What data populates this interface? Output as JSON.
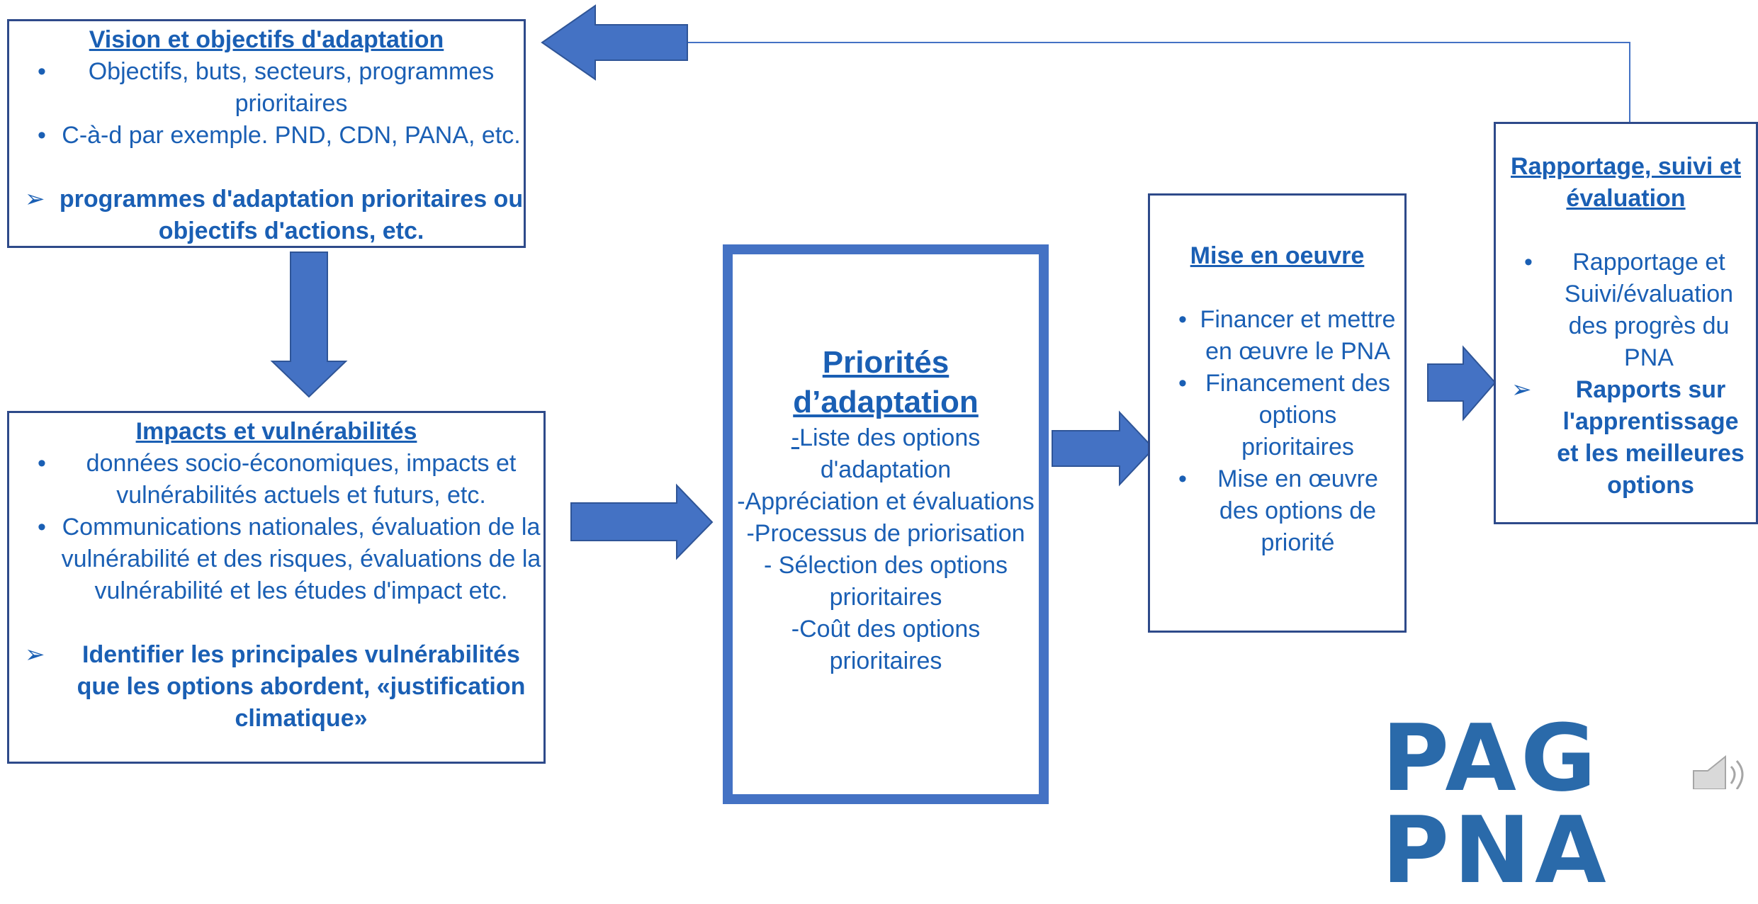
{
  "vision": {
    "title": "Vision et objectifs d'adaptation",
    "bullets": [
      "Objectifs, buts, secteurs, programmes prioritaires",
      "C-à-d par exemple. PND, CDN, PANA, etc."
    ],
    "check": "programmes d'adaptation prioritaires ou objectifs d'actions, etc."
  },
  "impacts": {
    "title": "Impacts et vulnérabilités",
    "bullets": [
      "données socio-économiques, impacts et vulnérabilités actuels et futurs, etc.",
      "Communications nationales, évaluation de la vulnérabilité et des risques, évaluations de la vulnérabilité et les études d'impact etc."
    ],
    "check": "Identifier les principales vulnérabilités que les options abordent, «justification climatique»"
  },
  "priorites": {
    "title": "Priorités d’adaptation",
    "first_dash": "-",
    "first_rest": "Liste des options d'adaptation",
    "lines": [
      "-Appréciation et évaluations",
      "-Processus de priorisation",
      "- Sélection des options prioritaires",
      "-Coût des options prioritaires"
    ]
  },
  "mise": {
    "title": "Mise en oeuvre",
    "bullets": [
      "Financer et mettre en œuvre le PNA",
      "Financement des options prioritaires",
      "Mise en œuvre des options de priorité"
    ]
  },
  "rapportage": {
    "title": "Rapportage, suivi et évaluation",
    "bullets": [
      "Rapportage et Suivi/évaluation des progrès du PNA"
    ],
    "check": "Rapports sur l'apprentissage et les meilleures options"
  },
  "logo": {
    "text": "PAG PNA"
  },
  "colors": {
    "arrow": "#4472c4",
    "border": "#2e4a8a",
    "text": "#1a5fb4"
  }
}
